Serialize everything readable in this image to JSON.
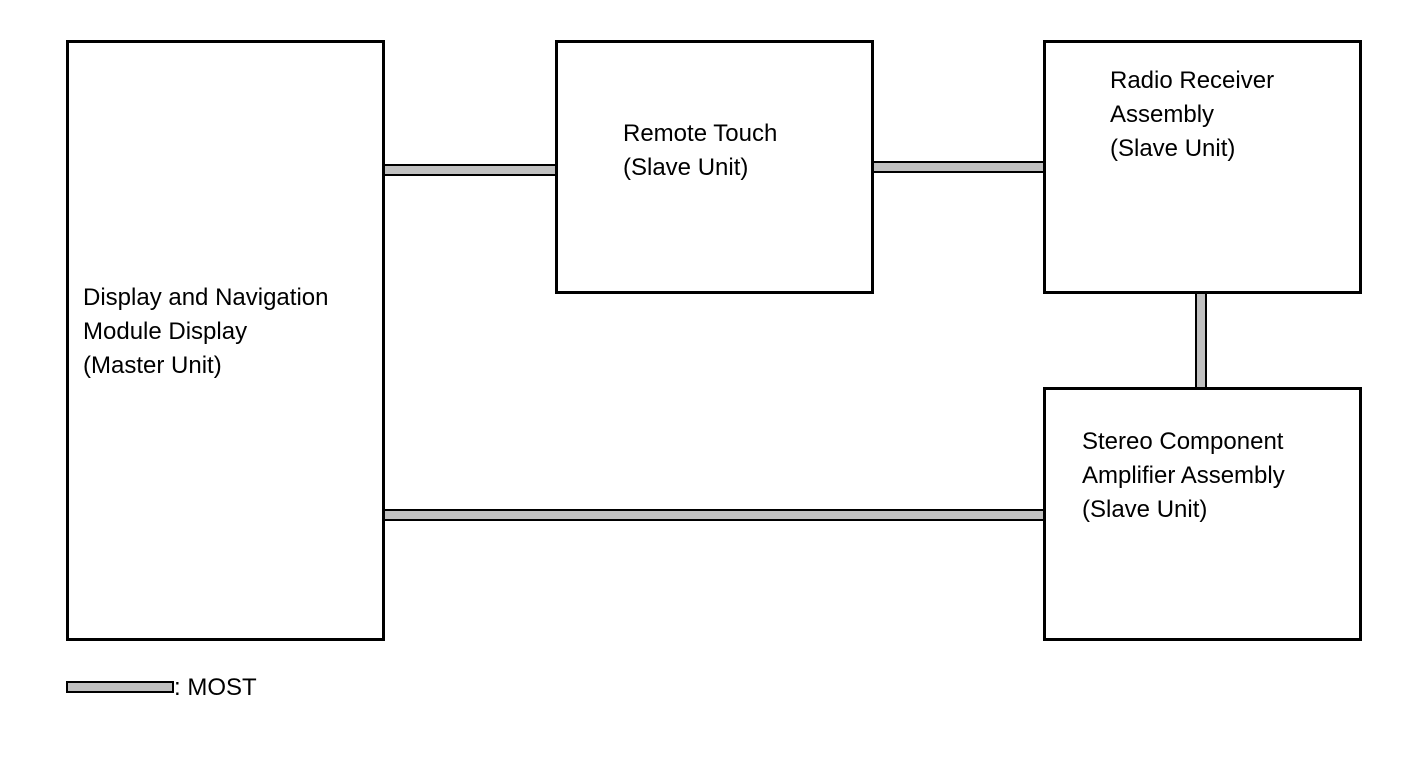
{
  "diagram": {
    "units": {
      "master": {
        "line1": "Display and Navigation",
        "line2": "Module Display",
        "line3": "(Master Unit)"
      },
      "remote_touch": {
        "line1": "Remote Touch",
        "line2": "(Slave Unit)"
      },
      "radio_receiver": {
        "line1": "Radio Receiver",
        "line2": "Assembly",
        "line3": "(Slave Unit)"
      },
      "amplifier": {
        "line1": "Stereo Component",
        "line2": "Amplifier Assembly",
        "line3": "(Slave Unit)"
      }
    },
    "connections": [
      {
        "from": "master",
        "to": "remote_touch",
        "type": "MOST"
      },
      {
        "from": "remote_touch",
        "to": "radio_receiver",
        "type": "MOST"
      },
      {
        "from": "radio_receiver",
        "to": "amplifier",
        "type": "MOST"
      },
      {
        "from": "master",
        "to": "amplifier",
        "type": "MOST"
      }
    ],
    "legend": {
      "label": ": MOST"
    },
    "colors": {
      "bus_fill": "#c0c0c0",
      "outline": "#000000",
      "background": "#ffffff"
    }
  }
}
